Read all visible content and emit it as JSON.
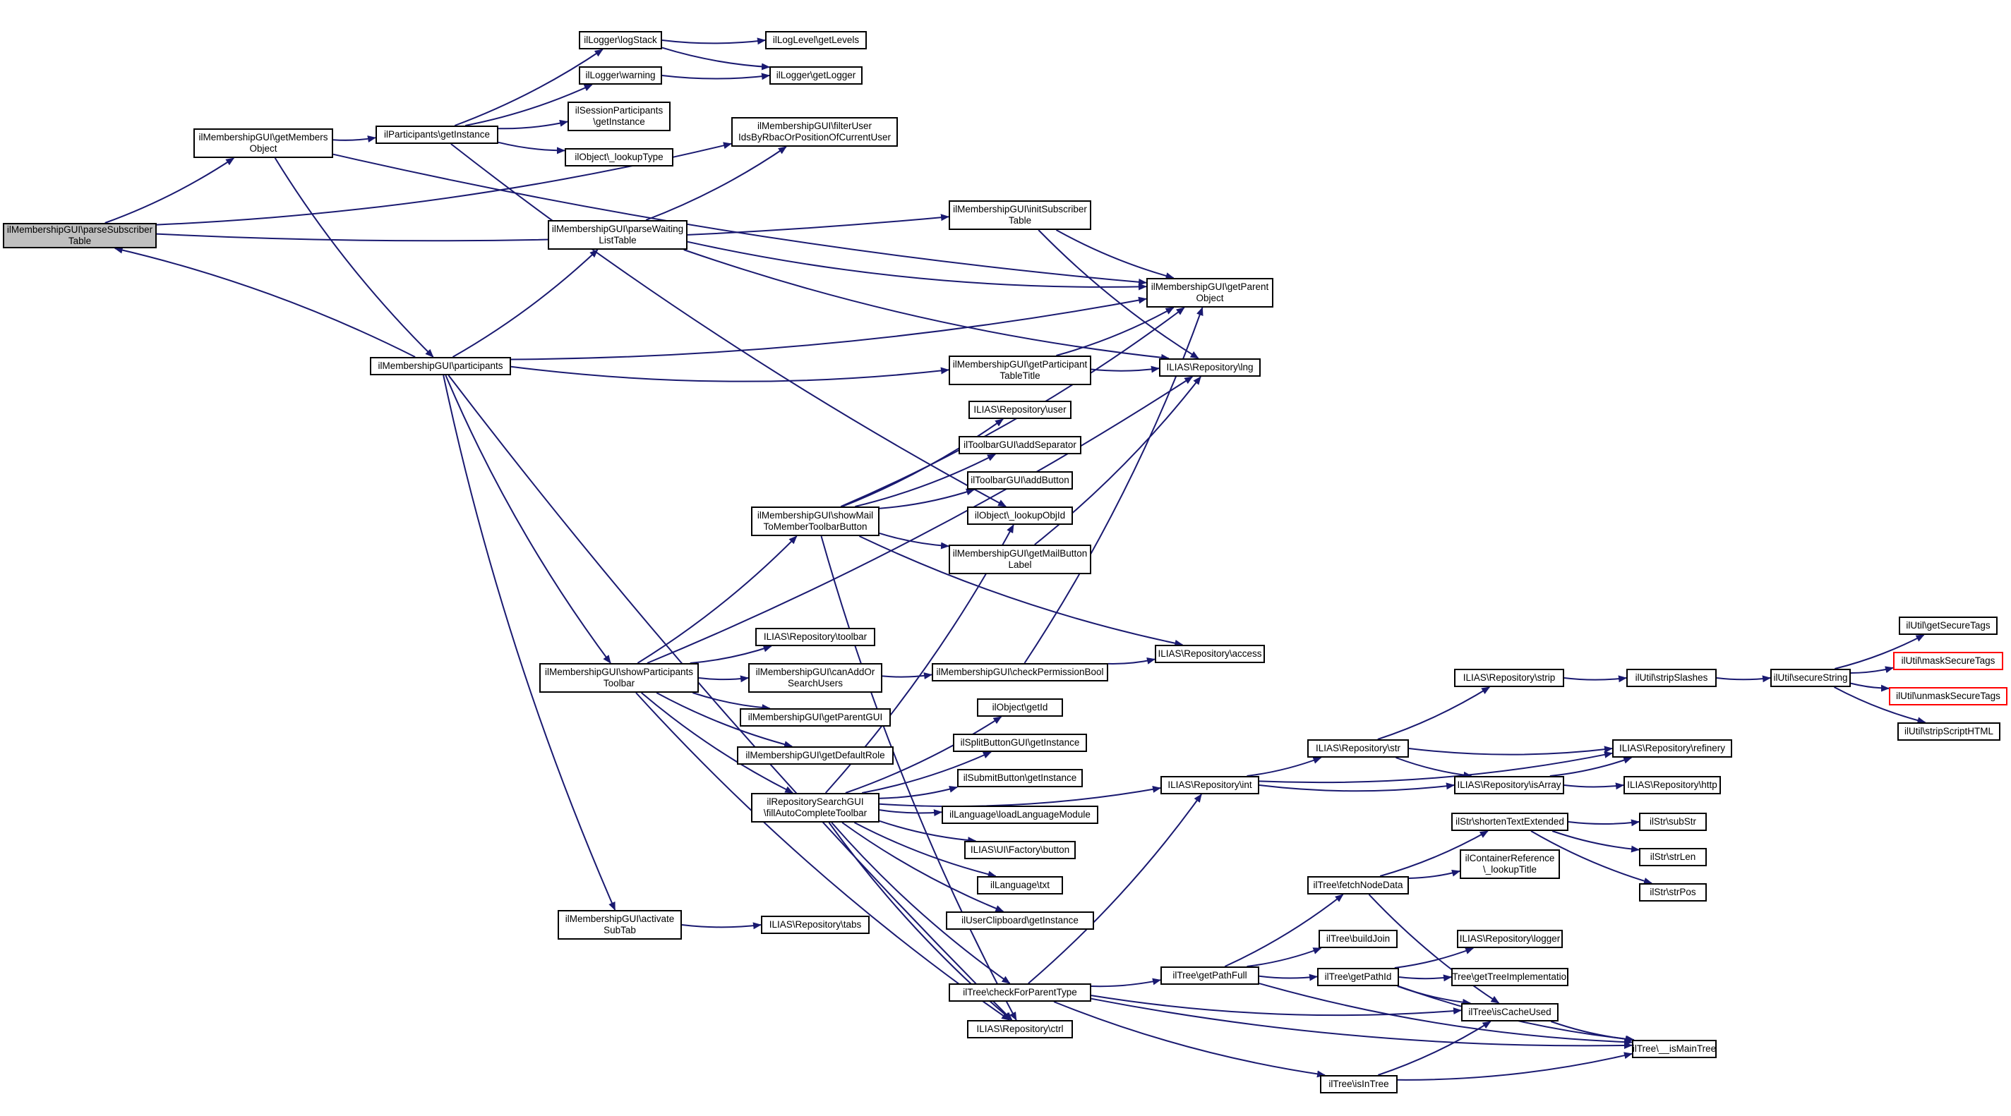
{
  "graph": {
    "edge_color": "#191970",
    "root_fill": "#bfbfbf",
    "truncated_border_color": "#ff0000",
    "nodes": [
      {
        "id": "parseSubscriberTable",
        "label": "ilMembershipGUI\\parseSubscriber\nTable",
        "root": true
      },
      {
        "id": "getMembersObject",
        "label": "ilMembershipGUI\\getMembers\nObject"
      },
      {
        "id": "participants",
        "label": "ilMembershipGUI\\participants"
      },
      {
        "id": "participantsGetInstance",
        "label": "ilParticipants\\getInstance"
      },
      {
        "id": "loggerLogStack",
        "label": "ilLogger\\logStack"
      },
      {
        "id": "loggerWarning",
        "label": "ilLogger\\warning"
      },
      {
        "id": "sessionParticipants",
        "label": "ilSessionParticipants\n\\getInstance"
      },
      {
        "id": "lookupType",
        "label": "ilObject\\_lookupType"
      },
      {
        "id": "logLevelGetLevels",
        "label": "ilLogLevel\\getLevels"
      },
      {
        "id": "loggerGetLogger",
        "label": "ilLogger\\getLogger"
      },
      {
        "id": "filterUser",
        "label": "ilMembershipGUI\\filterUser\nIdsByRbacOrPositionOfCurrentUser"
      },
      {
        "id": "parseWaitingListTable",
        "label": "ilMembershipGUI\\parseWaiting\nListTable"
      },
      {
        "id": "initSubscriberTable",
        "label": "ilMembershipGUI\\initSubscriber\nTable"
      },
      {
        "id": "getParentObject",
        "label": "ilMembershipGUI\\getParent\nObject"
      },
      {
        "id": "getParticipantTableTitle",
        "label": "ilMembershipGUI\\getParticipant\nTableTitle"
      },
      {
        "id": "lng",
        "label": "ILIAS\\Repository\\lng"
      },
      {
        "id": "repoUser",
        "label": "ILIAS\\Repository\\user"
      },
      {
        "id": "addSeparator",
        "label": "ilToolbarGUI\\addSeparator"
      },
      {
        "id": "addButton",
        "label": "ilToolbarGUI\\addButton"
      },
      {
        "id": "showMail",
        "label": "ilMembershipGUI\\showMail\nToMemberToolbarButton"
      },
      {
        "id": "lookupObjId",
        "label": "ilObject\\_lookupObjId"
      },
      {
        "id": "getMailButtonLabel",
        "label": "ilMembershipGUI\\getMailButton\nLabel"
      },
      {
        "id": "repoToolbar",
        "label": "ILIAS\\Repository\\toolbar"
      },
      {
        "id": "showParticipantsToolbar",
        "label": "ilMembershipGUI\\showParticipants\nToolbar"
      },
      {
        "id": "canAddOrSearchUsers",
        "label": "ilMembershipGUI\\canAddOr\nSearchUsers"
      },
      {
        "id": "checkPermissionBool",
        "label": "ilMembershipGUI\\checkPermissionBool"
      },
      {
        "id": "repoAccess",
        "label": "ILIAS\\Repository\\access"
      },
      {
        "id": "getParentGUI",
        "label": "ilMembershipGUI\\getParentGUI"
      },
      {
        "id": "getDefaultRole",
        "label": "ilMembershipGUI\\getDefaultRole"
      },
      {
        "id": "objectGetId",
        "label": "ilObject\\getId"
      },
      {
        "id": "splitButton",
        "label": "ilSplitButtonGUI\\getInstance"
      },
      {
        "id": "submitButton",
        "label": "ilSubmitButton\\getInstance"
      },
      {
        "id": "fillAutoComplete",
        "label": "ilRepositorySearchGUI\n\\fillAutoCompleteToolbar"
      },
      {
        "id": "loadLanguageModule",
        "label": "ilLanguage\\loadLanguageModule"
      },
      {
        "id": "factoryButton",
        "label": "ILIAS\\UI\\Factory\\button"
      },
      {
        "id": "languageTxt",
        "label": "ilLanguage\\txt"
      },
      {
        "id": "clipboard",
        "label": "ilUserClipboard\\getInstance"
      },
      {
        "id": "activateSubTab",
        "label": "ilMembershipGUI\\activate\nSubTab"
      },
      {
        "id": "repoTabs",
        "label": "ILIAS\\Repository\\tabs"
      },
      {
        "id": "checkForParentType",
        "label": "ilTree\\checkForParentType"
      },
      {
        "id": "repoCtrl",
        "label": "ILIAS\\Repository\\ctrl"
      },
      {
        "id": "repoInt",
        "label": "ILIAS\\Repository\\int"
      },
      {
        "id": "repoStr",
        "label": "ILIAS\\Repository\\str"
      },
      {
        "id": "repoStrip",
        "label": "ILIAS\\Repository\\strip"
      },
      {
        "id": "stripSlashes",
        "label": "ilUtil\\stripSlashes"
      },
      {
        "id": "secureString",
        "label": "ilUtil\\secureString"
      },
      {
        "id": "getSecureTags",
        "label": "ilUtil\\getSecureTags"
      },
      {
        "id": "maskSecureTags",
        "label": "ilUtil\\maskSecureTags",
        "truncated": true
      },
      {
        "id": "unmaskSecureTags",
        "label": "ilUtil\\unmaskSecureTags",
        "truncated": true
      },
      {
        "id": "stripScriptHTML",
        "label": "ilUtil\\stripScriptHTML"
      },
      {
        "id": "refinery",
        "label": "ILIAS\\Repository\\refinery"
      },
      {
        "id": "isArray",
        "label": "ILIAS\\Repository\\isArray"
      },
      {
        "id": "repoHttp",
        "label": "ILIAS\\Repository\\http"
      },
      {
        "id": "shortenText",
        "label": "ilStr\\shortenTextExtended"
      },
      {
        "id": "subStr",
        "label": "ilStr\\subStr"
      },
      {
        "id": "strLen",
        "label": "ilStr\\strLen"
      },
      {
        "id": "strPos",
        "label": "ilStr\\strPos"
      },
      {
        "id": "containerRef",
        "label": "ilContainerReference\n\\_lookupTitle"
      },
      {
        "id": "fetchNodeData",
        "label": "ilTree\\fetchNodeData"
      },
      {
        "id": "buildJoin",
        "label": "ilTree\\buildJoin"
      },
      {
        "id": "repoLogger",
        "label": "ILIAS\\Repository\\logger"
      },
      {
        "id": "getPathFull",
        "label": "ilTree\\getPathFull"
      },
      {
        "id": "getPathId",
        "label": "ilTree\\getPathId"
      },
      {
        "id": "getTreeImpl",
        "label": "ilTree\\getTreeImplementation"
      },
      {
        "id": "isCacheUsed",
        "label": "ilTree\\isCacheUsed"
      },
      {
        "id": "isMainTree",
        "label": "ilTree\\__isMainTree"
      },
      {
        "id": "isInTree",
        "label": "ilTree\\isInTree"
      }
    ],
    "edges": [
      {
        "from": "parseSubscriberTable",
        "to": "getMembersObject"
      },
      {
        "from": "parseSubscriberTable",
        "to": "filterUser"
      },
      {
        "from": "parseSubscriberTable",
        "to": "initSubscriberTable"
      },
      {
        "from": "getMembersObject",
        "to": "participantsGetInstance"
      },
      {
        "from": "getMembersObject",
        "to": "getParentObject"
      },
      {
        "from": "getMembersObject",
        "to": "participants"
      },
      {
        "from": "participantsGetInstance",
        "to": "loggerLogStack"
      },
      {
        "from": "participantsGetInstance",
        "to": "loggerWarning"
      },
      {
        "from": "participantsGetInstance",
        "to": "sessionParticipants"
      },
      {
        "from": "participantsGetInstance",
        "to": "lookupType"
      },
      {
        "from": "participantsGetInstance",
        "to": "lookupObjId"
      },
      {
        "from": "loggerLogStack",
        "to": "logLevelGetLevels"
      },
      {
        "from": "loggerLogStack",
        "to": "loggerGetLogger"
      },
      {
        "from": "loggerWarning",
        "to": "loggerGetLogger"
      },
      {
        "from": "participants",
        "to": "parseSubscriberTable"
      },
      {
        "from": "participants",
        "to": "parseWaitingListTable"
      },
      {
        "from": "participants",
        "to": "getParentObject"
      },
      {
        "from": "participants",
        "to": "getParticipantTableTitle"
      },
      {
        "from": "participants",
        "to": "showParticipantsToolbar"
      },
      {
        "from": "participants",
        "to": "activateSubTab"
      },
      {
        "from": "participants",
        "to": "repoCtrl"
      },
      {
        "from": "parseWaitingListTable",
        "to": "filterUser"
      },
      {
        "from": "parseWaitingListTable",
        "to": "getParentObject"
      },
      {
        "from": "parseWaitingListTable",
        "to": "lng"
      },
      {
        "from": "initSubscriberTable",
        "to": "getParentObject"
      },
      {
        "from": "initSubscriberTable",
        "to": "lng"
      },
      {
        "from": "getParticipantTableTitle",
        "to": "getParentObject"
      },
      {
        "from": "getParticipantTableTitle",
        "to": "lng"
      },
      {
        "from": "showMail",
        "to": "getParentObject"
      },
      {
        "from": "showMail",
        "to": "repoUser"
      },
      {
        "from": "showMail",
        "to": "addSeparator"
      },
      {
        "from": "showMail",
        "to": "addButton"
      },
      {
        "from": "showMail",
        "to": "getMailButtonLabel"
      },
      {
        "from": "showMail",
        "to": "repoAccess"
      },
      {
        "from": "showMail",
        "to": "repoCtrl"
      },
      {
        "from": "getMailButtonLabel",
        "to": "lng"
      },
      {
        "from": "showParticipantsToolbar",
        "to": "showMail"
      },
      {
        "from": "showParticipantsToolbar",
        "to": "lng"
      },
      {
        "from": "showParticipantsToolbar",
        "to": "repoToolbar"
      },
      {
        "from": "showParticipantsToolbar",
        "to": "canAddOrSearchUsers"
      },
      {
        "from": "showParticipantsToolbar",
        "to": "getParentGUI"
      },
      {
        "from": "showParticipantsToolbar",
        "to": "getDefaultRole"
      },
      {
        "from": "showParticipantsToolbar",
        "to": "fillAutoComplete"
      },
      {
        "from": "showParticipantsToolbar",
        "to": "repoCtrl"
      },
      {
        "from": "canAddOrSearchUsers",
        "to": "checkPermissionBool"
      },
      {
        "from": "checkPermissionBool",
        "to": "repoAccess"
      },
      {
        "from": "checkPermissionBool",
        "to": "getParentObject"
      },
      {
        "from": "fillAutoComplete",
        "to": "lookupObjId"
      },
      {
        "from": "fillAutoComplete",
        "to": "objectGetId"
      },
      {
        "from": "fillAutoComplete",
        "to": "splitButton"
      },
      {
        "from": "fillAutoComplete",
        "to": "submitButton"
      },
      {
        "from": "fillAutoComplete",
        "to": "loadLanguageModule"
      },
      {
        "from": "fillAutoComplete",
        "to": "factoryButton"
      },
      {
        "from": "fillAutoComplete",
        "to": "languageTxt"
      },
      {
        "from": "fillAutoComplete",
        "to": "clipboard"
      },
      {
        "from": "fillAutoComplete",
        "to": "checkForParentType"
      },
      {
        "from": "fillAutoComplete",
        "to": "repoCtrl"
      },
      {
        "from": "fillAutoComplete",
        "to": "repoInt"
      },
      {
        "from": "activateSubTab",
        "to": "repoTabs"
      },
      {
        "from": "checkForParentType",
        "to": "repoInt"
      },
      {
        "from": "checkForParentType",
        "to": "getPathFull"
      },
      {
        "from": "checkForParentType",
        "to": "isCacheUsed"
      },
      {
        "from": "checkForParentType",
        "to": "isInTree"
      },
      {
        "from": "checkForParentType",
        "to": "isMainTree"
      },
      {
        "from": "repoInt",
        "to": "repoStr"
      },
      {
        "from": "repoInt",
        "to": "refinery"
      },
      {
        "from": "repoInt",
        "to": "isArray"
      },
      {
        "from": "repoStr",
        "to": "repoStrip"
      },
      {
        "from": "repoStr",
        "to": "refinery"
      },
      {
        "from": "repoStr",
        "to": "isArray"
      },
      {
        "from": "repoStrip",
        "to": "stripSlashes"
      },
      {
        "from": "stripSlashes",
        "to": "secureString"
      },
      {
        "from": "secureString",
        "to": "getSecureTags"
      },
      {
        "from": "secureString",
        "to": "maskSecureTags"
      },
      {
        "from": "secureString",
        "to": "unmaskSecureTags"
      },
      {
        "from": "secureString",
        "to": "stripScriptHTML"
      },
      {
        "from": "isArray",
        "to": "refinery"
      },
      {
        "from": "isArray",
        "to": "repoHttp"
      },
      {
        "from": "fetchNodeData",
        "to": "shortenText"
      },
      {
        "from": "fetchNodeData",
        "to": "containerRef"
      },
      {
        "from": "fetchNodeData",
        "to": "isCacheUsed"
      },
      {
        "from": "shortenText",
        "to": "subStr"
      },
      {
        "from": "shortenText",
        "to": "strLen"
      },
      {
        "from": "shortenText",
        "to": "strPos"
      },
      {
        "from": "getPathFull",
        "to": "fetchNodeData"
      },
      {
        "from": "getPathFull",
        "to": "buildJoin"
      },
      {
        "from": "getPathFull",
        "to": "getPathId"
      },
      {
        "from": "getPathFull",
        "to": "isMainTree"
      },
      {
        "from": "getPathId",
        "to": "repoLogger"
      },
      {
        "from": "getPathId",
        "to": "getTreeImpl"
      },
      {
        "from": "getPathId",
        "to": "isCacheUsed"
      },
      {
        "from": "getPathId",
        "to": "isMainTree"
      },
      {
        "from": "isCacheUsed",
        "to": "isMainTree"
      },
      {
        "from": "isInTree",
        "to": "isCacheUsed"
      },
      {
        "from": "isInTree",
        "to": "isMainTree"
      }
    ]
  }
}
